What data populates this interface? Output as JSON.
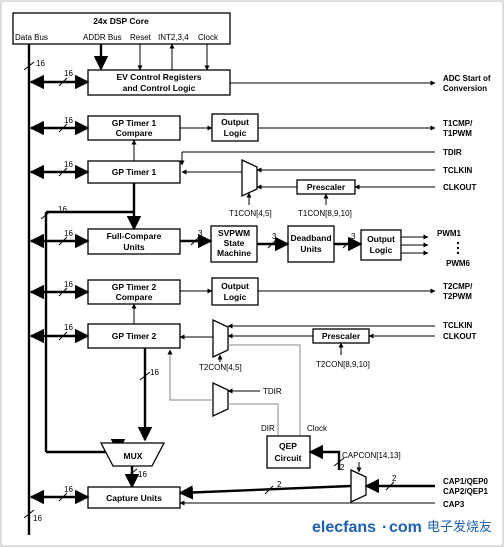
{
  "core": {
    "title": "24x DSP Core",
    "ports": [
      "Data Bus",
      "ADDR Bus",
      "Reset",
      "INT2,3,4",
      "Clock"
    ]
  },
  "blocks": {
    "ev_line1": "EV Control Registers",
    "ev_line2": "and Control Logic",
    "gp1_compare_line1": "GP Timer 1",
    "gp1_compare_line2": "Compare",
    "gp1": "GP Timer 1",
    "full_compare_line1": "Full-Compare",
    "full_compare_line2": "Units",
    "svpwm_line1": "SVPWM",
    "svpwm_line2": "State",
    "svpwm_line3": "Machine",
    "deadband_line1": "Deadband",
    "deadband_line2": "Units",
    "output_logic_line1": "Output",
    "output_logic_line2": "Logic",
    "gp2_compare_line1": "GP Timer 2",
    "gp2_compare_line2": "Compare",
    "gp2": "GP Timer 2",
    "prescaler": "Prescaler",
    "mux": "MUX",
    "qep_line1": "QEP",
    "qep_line2": "Circuit",
    "capture": "Capture Units"
  },
  "signals": {
    "adc_line1": "ADC Start of",
    "adc_line2": "Conversion",
    "t1cmp": "T1CMP/",
    "t1pwm": "T1PWM",
    "tdir": "TDIR",
    "tclkin": "TCLKIN",
    "clkout": "CLKOUT",
    "pwm1": "PWM1",
    "pwm6": "PWM6",
    "t2cmp": "T2CMP/",
    "t2pwm": "T2PWM",
    "cap1": "CAP1/QEP0",
    "cap2": "CAP2/QEP1",
    "cap3": "CAP3"
  },
  "labels": {
    "t1con_45": "T1CON[4,5]",
    "t1con_8910": "T1CON[8,9,10]",
    "t2con_45": "T2CON[4,5]",
    "t2con_8910": "T2CON[8,9,10]",
    "tdir_inner": "TDIR",
    "dir": "DIR",
    "clock": "Clock",
    "capcon": "CAPCON[14,13]"
  },
  "bus_widths": {
    "w16": "16",
    "w3": "3",
    "w2": "2"
  },
  "watermark": {
    "site": "elecfans",
    "dot": "·",
    "com": "com",
    "cn": "电子发烧友"
  }
}
